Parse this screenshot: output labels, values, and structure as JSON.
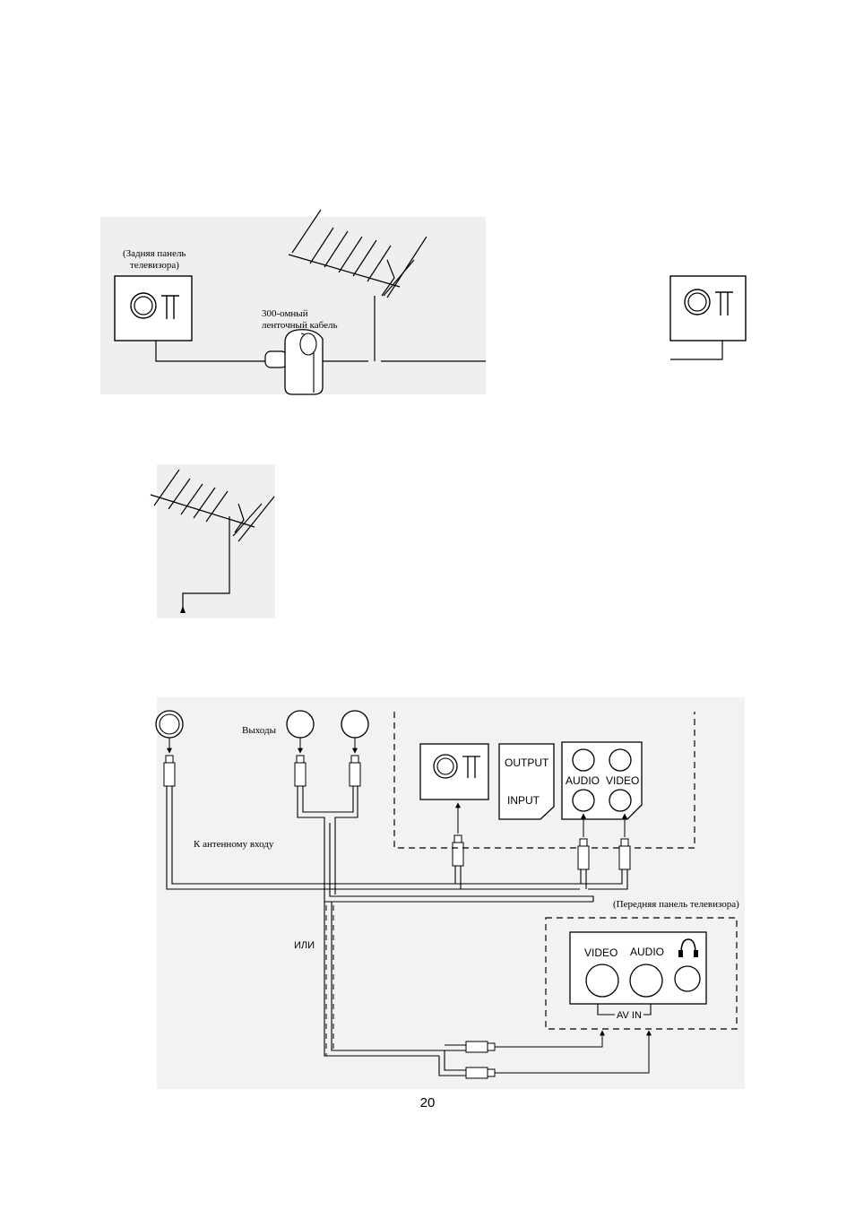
{
  "figure1": {
    "tv_back_label_line1": "(Задняя панель",
    "tv_back_label_line2": "телевизора)",
    "cable_label_line1": "300-омный",
    "cable_label_line2": "ленточный кабель"
  },
  "figure3": {
    "outputs_label": "Выходы",
    "antenna_input_label": "К антенному входу",
    "output_label": "OUTPUT",
    "input_label": "INPUT",
    "audio_label": "AUDIO",
    "video_label": "VIDEO",
    "or_label": "ИЛИ",
    "tv_front_label": "(Передняя панель телевизора)",
    "front_video_label": "VIDEO",
    "front_audio_label": "AUDIO",
    "av_in_label": "AV IN"
  },
  "page": {
    "number": "20"
  }
}
